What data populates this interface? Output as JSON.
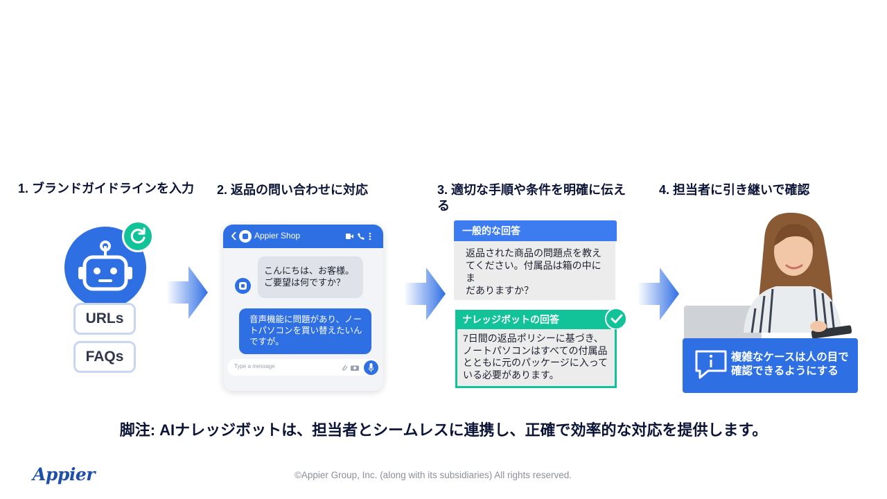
{
  "steps": [
    {
      "title": "1. ブランドガイドラインを入力"
    },
    {
      "title": "2. 返品の問い合わせに対応"
    },
    {
      "title_line1": "3. 適切な手順や条件を明確に伝え",
      "title_line2": "る"
    },
    {
      "title": "4. 担当者に引き継いで確認"
    }
  ],
  "step1": {
    "pills": [
      "URLs",
      "FAQs"
    ]
  },
  "chat": {
    "shop_name": "Appier Shop",
    "incoming_line1": "こんにちは、お客様。",
    "incoming_line2": "ご要望は何ですか？",
    "outgoing_line1": "音声機能に問題があり、ノー",
    "outgoing_line2": "トパソコンを買い替えたいん",
    "outgoing_line3": "ですが。",
    "input_placeholder": "Type a message"
  },
  "answers": {
    "general_title": "一般的な回答",
    "general_line1": "返品された商品の問題点を教え",
    "general_line2": "てください。付属品は箱の中にま",
    "general_line3": "だありますか？",
    "kb_title": "ナレッジボットの回答",
    "kb_line1": "7日間の返品ポリシーに基づき、",
    "kb_line2": "ノートパソコンはすべての付属品",
    "kb_line3": "とともに元のパッケージに入って",
    "kb_line4": "いる必要があります。"
  },
  "handoff": {
    "line1": "複雑なケースは人の目で",
    "line2": "確認できるようにする"
  },
  "footnote": "脚注: AIナレッジボットは、担当者とシームレスに連携し、正確で効率的な対応を提供します。",
  "copyright": "©Appier Group, Inc. (along with its subsidiaries) All rights reserved.",
  "logo_text": "Appier",
  "colors": {
    "brand_blue": "#2f6fe4",
    "accent_green": "#12c39a",
    "navy": "#0b1437"
  },
  "icons": [
    "robot-icon",
    "refresh-icon",
    "arrow-right-icon",
    "chat-avatar-icon",
    "video-icon",
    "phone-icon",
    "more-icon",
    "attach-icon",
    "camera-icon",
    "mic-icon",
    "check-icon",
    "info-bubble-icon"
  ]
}
